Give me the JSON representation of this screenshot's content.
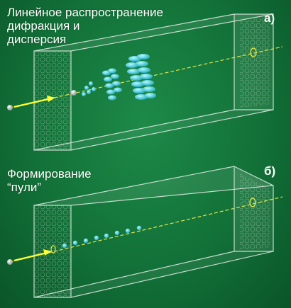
{
  "panels": [
    {
      "letter": "а)",
      "caption_lines": [
        "Линейное распространение",
        "дифракция и",
        "дисперсия"
      ]
    },
    {
      "letter": "б)",
      "caption_lines": [
        "Формирование",
        "“пули”"
      ]
    }
  ],
  "colors": {
    "background": "#127138",
    "box_edge": "#d9e6dc",
    "beam_axis": "#e6e64a",
    "arrow": "#ffff33",
    "pulse": "#29c8d8"
  }
}
